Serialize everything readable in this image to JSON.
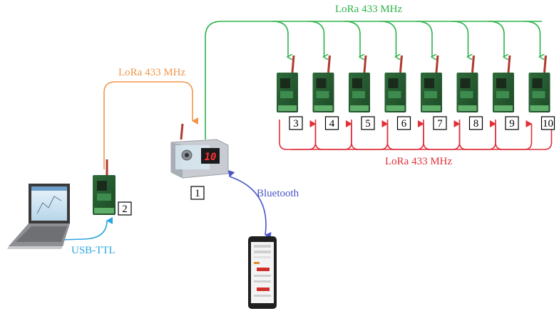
{
  "colors": {
    "green": "#2db34a",
    "orange": "#f0964a",
    "red": "#e0303a",
    "blue_bt": "#4a55c8",
    "blue_usb": "#2aa6e0"
  },
  "links": {
    "green_label": "LoRa 433 MHz",
    "orange_label": "LoRa 433 MHz",
    "red_label": "LoRa 433 MHz",
    "bluetooth_label": "Bluetooth",
    "usb_label": "USB-TTL"
  },
  "gateway": {
    "number": "1",
    "display": "10"
  },
  "node2": {
    "number": "2"
  },
  "nodes": [
    {
      "number": "3"
    },
    {
      "number": "4"
    },
    {
      "number": "5"
    },
    {
      "number": "6"
    },
    {
      "number": "7"
    },
    {
      "number": "8"
    },
    {
      "number": "9"
    },
    {
      "number": "10"
    }
  ],
  "icons": {
    "laptop": "laptop-icon",
    "phone": "smartphone-icon",
    "board": "lora-module-icon",
    "gateway": "gateway-controller-icon"
  }
}
